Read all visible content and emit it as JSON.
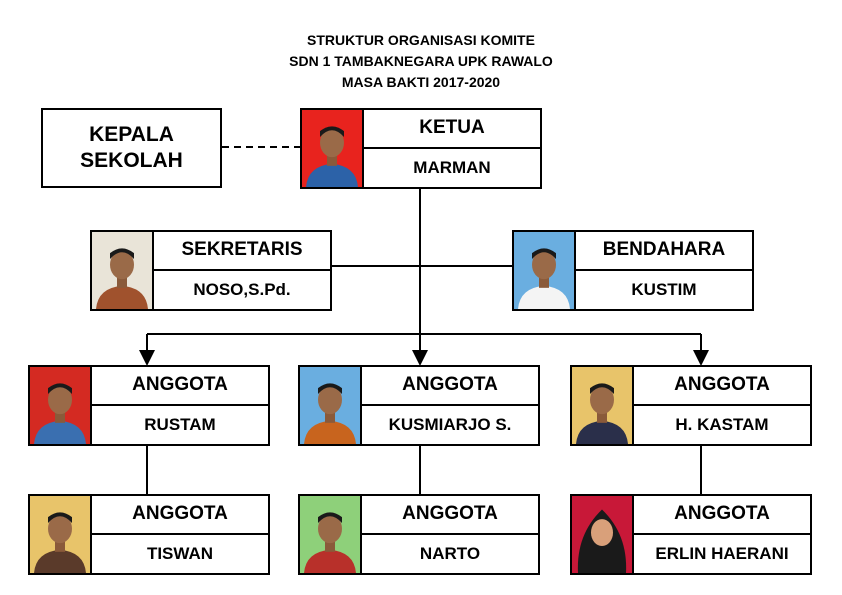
{
  "title": {
    "line1": "STRUKTUR ORGANISASI KOMITE",
    "line2": "SDN 1 TAMBAKNEGARA UPK RAWALO",
    "line3": "MASA BAKTI 2017-2020"
  },
  "kepala_sekolah": {
    "line1": "KEPALA",
    "line2": "SEKOLAH"
  },
  "members": [
    {
      "role": "KETUA",
      "name": "MARMAN",
      "photo_bg": "#e8231e",
      "shirt": "#2c62a8"
    },
    {
      "role": "SEKRETARIS",
      "name": "NOSO,S.Pd.",
      "photo_bg": "#e9e4d8",
      "shirt": "#a0522d"
    },
    {
      "role": "BENDAHARA",
      "name": "KUSTIM",
      "photo_bg": "#6aaee0",
      "shirt": "#f4f4f4"
    },
    {
      "role": "ANGGOTA",
      "name": "RUSTAM",
      "photo_bg": "#d42a22",
      "shirt": "#3a6fb0"
    },
    {
      "role": "ANGGOTA",
      "name": "KUSMIARJO S.",
      "photo_bg": "#6aaee0",
      "shirt": "#c8641e"
    },
    {
      "role": "ANGGOTA",
      "name": "H. KASTAM",
      "photo_bg": "#e8c46a",
      "shirt": "#2a2f4a"
    },
    {
      "role": "ANGGOTA",
      "name": "TISWAN",
      "photo_bg": "#e8c46a",
      "shirt": "#5a3a2a"
    },
    {
      "role": "ANGGOTA",
      "name": "NARTO",
      "photo_bg": "#8ed07a",
      "shirt": "#b8302a"
    },
    {
      "role": "ANGGOTA",
      "name": "ERLIN HAERANI",
      "photo_bg": "#c81838",
      "shirt": "#1a1a1a"
    }
  ]
}
